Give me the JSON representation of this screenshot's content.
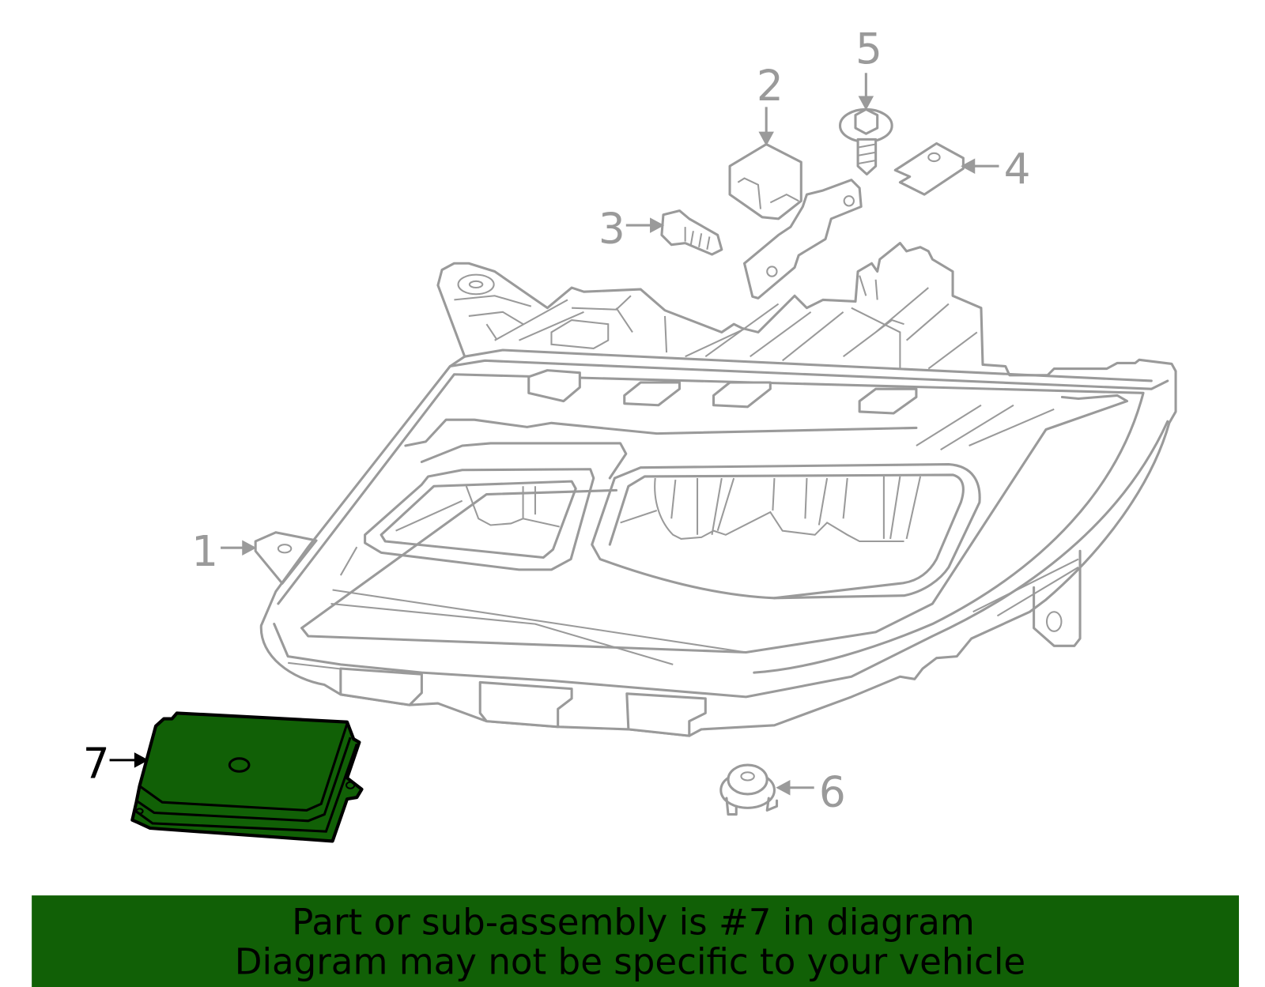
{
  "diagram": {
    "callouts": [
      "1",
      "2",
      "3",
      "4",
      "5",
      "6",
      "7"
    ],
    "selected_part": "7",
    "colors": {
      "line": "#9a9a9a",
      "highlight_fill": "#116006",
      "highlight_stroke": "#000000",
      "banner": "#116006"
    }
  },
  "banner": {
    "line1": "Part or sub-assembly is #7 in diagram",
    "line2": "Diagram may not be specific to your vehicle"
  }
}
